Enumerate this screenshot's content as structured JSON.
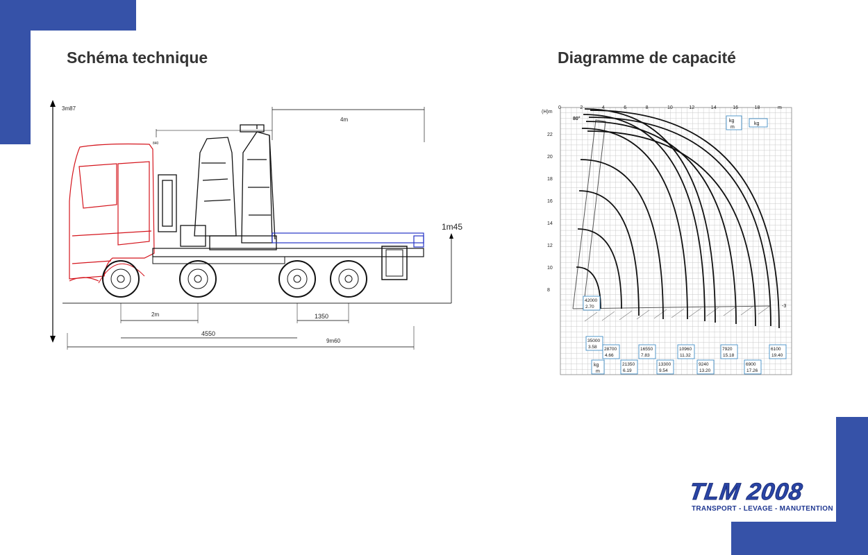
{
  "page": {
    "title_left": "Schéma technique",
    "title_right": "Diagramme de capacité",
    "accent_color": "#3652a8"
  },
  "schematic": {
    "height_label": "3m87",
    "boom_length_label": "4m",
    "bed_height_label": "1m45",
    "axle_gap_label": "2m",
    "rear_axle_label": "1350",
    "wheelbase_label": "4550",
    "total_length_label": "9m60",
    "small_label": "840"
  },
  "capacity": {
    "unit_header": "(H)m",
    "x_unit": "m",
    "x_ticks": [
      "0",
      "2",
      "4",
      "6",
      "8",
      "10",
      "12",
      "14",
      "16",
      "18"
    ],
    "y_ticks": [
      "22",
      "20",
      "18",
      "16",
      "14",
      "12",
      "10",
      "8"
    ],
    "angle_label": "80°",
    "legend": {
      "kg": "kg",
      "m": "m",
      "kg2": "kg"
    },
    "load_boxes": [
      {
        "kg": "42000",
        "m": "2.70"
      },
      {
        "kg": "35000",
        "m": "3.58"
      },
      {
        "kg": "28700",
        "m": "4.66"
      },
      {
        "kg": "21350",
        "m": "6.19"
      },
      {
        "kg": "16550",
        "m": "7.83"
      },
      {
        "kg": "13300",
        "m": "9.54"
      },
      {
        "kg": "10960",
        "m": "11.32"
      },
      {
        "kg": "9240",
        "m": "13.20"
      },
      {
        "kg": "7920",
        "m": "15.18"
      },
      {
        "kg": "6900",
        "m": "17.26"
      },
      {
        "kg": "6100",
        "m": "19.40"
      }
    ],
    "footer_kg": "kg",
    "footer_m": "m",
    "side_marker": "-3"
  },
  "logo": {
    "name": "TLM 2008",
    "tagline": "TRANSPORT - LEVAGE - MANUTENTION"
  }
}
